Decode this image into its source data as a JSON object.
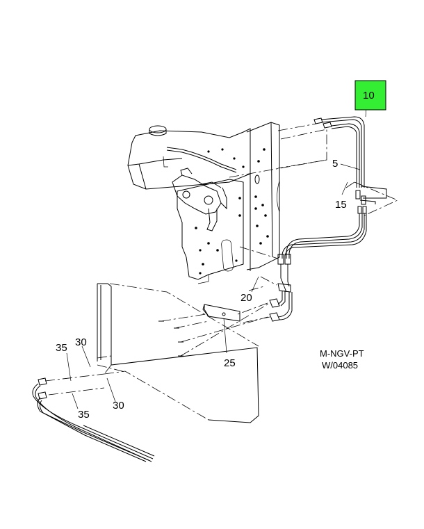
{
  "callouts": {
    "c10": "10",
    "c5": "5",
    "c15": "15",
    "c20": "20",
    "c25": "25",
    "c30a": "30",
    "c30b": "30",
    "c35a": "35",
    "c35b": "35"
  },
  "highlight_color": "#33ee33",
  "reference": {
    "line1": "M-NGV-PT",
    "line2": "W/04085"
  }
}
